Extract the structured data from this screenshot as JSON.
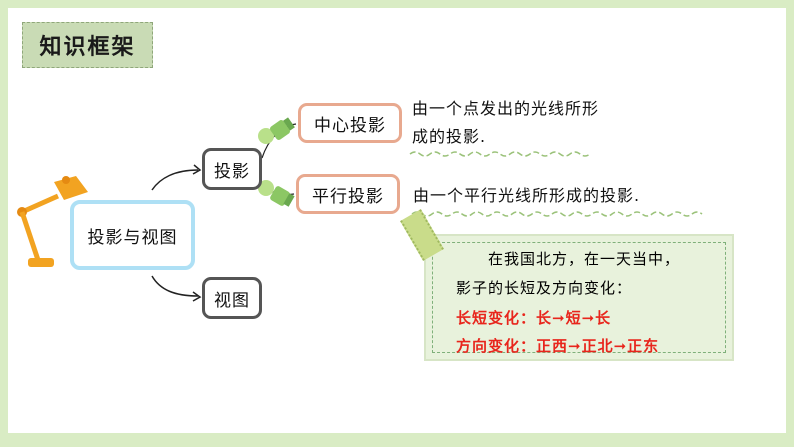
{
  "header": {
    "title": "知识框架"
  },
  "mindmap": {
    "root": "投影与视图",
    "branch_projection": "投影",
    "branch_view": "视图",
    "central_projection": {
      "label": "中心投影",
      "description": "由一个点发出的光线所形成的投影."
    },
    "parallel_projection": {
      "label": "平行投影",
      "description": "由一个平行光线所形成的投影."
    }
  },
  "note": {
    "line1": "在我国北方，在一天当中，",
    "line2": "影子的长短及方向变化：",
    "line3": "长短变化：长➞短➞长",
    "line4": "方向变化：正西➞正北➞正东"
  },
  "colors": {
    "background": "#d9ecc4",
    "title_box": "#c9dbb5",
    "root_border": "#aee0f5",
    "level2_border": "#e8a98f",
    "note_bg": "#e8f2dc",
    "highlight_red": "#e8251c",
    "wave": "#9bc27a"
  }
}
